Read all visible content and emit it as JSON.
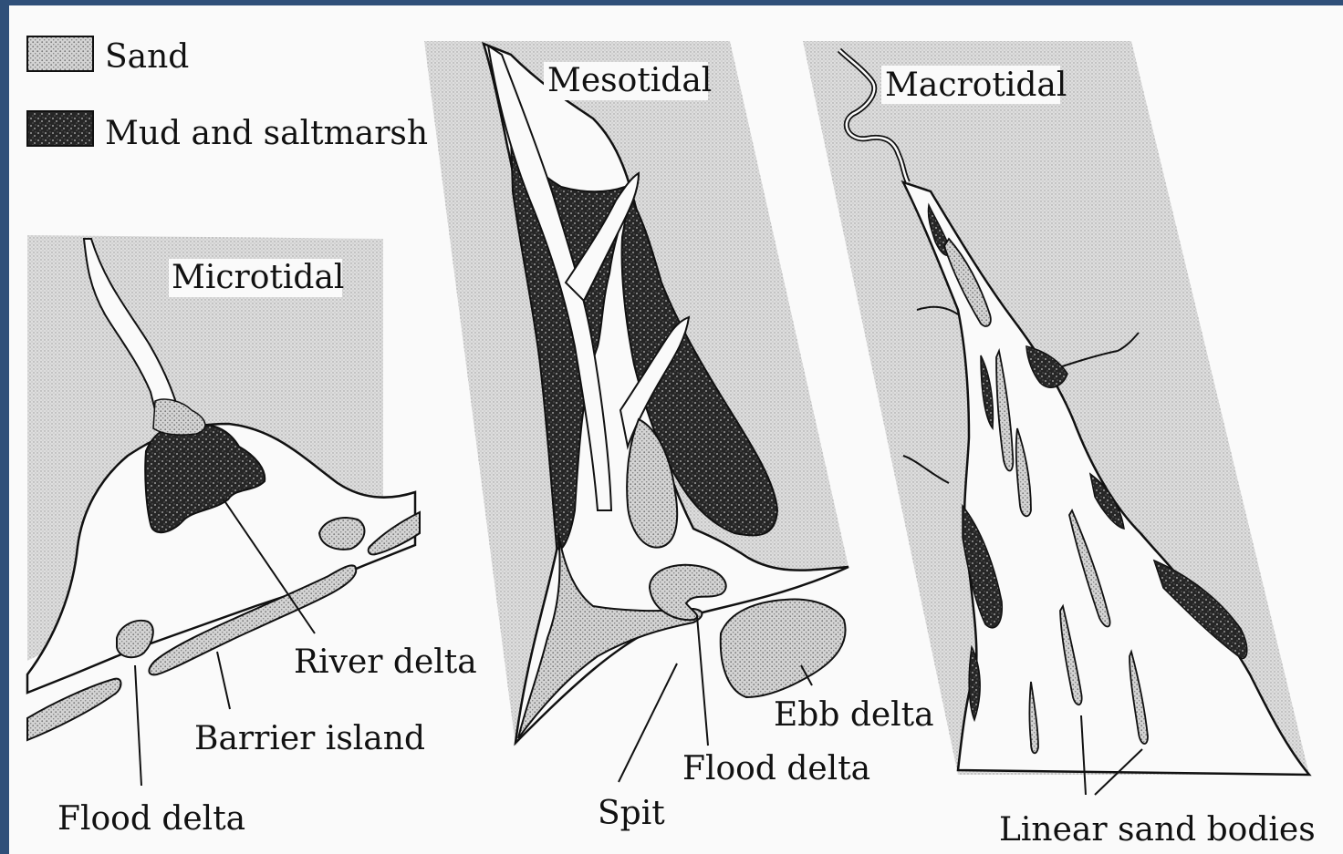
{
  "legend": {
    "sand_label": "Sand",
    "mud_label": "Mud and saltmarsh"
  },
  "panels": {
    "microtidal": {
      "title": "Microtidal",
      "labels": {
        "river_delta": "River delta",
        "barrier_island": "Barrier island",
        "flood_delta": "Flood delta"
      }
    },
    "mesotidal": {
      "title": "Mesotidal",
      "labels": {
        "ebb_delta": "Ebb delta",
        "flood_delta": "Flood delta",
        "spit": "Spit"
      }
    },
    "macrotidal": {
      "title": "Macrotidal",
      "labels": {
        "linear_sand_bodies": "Linear sand bodies"
      }
    }
  },
  "colors": {
    "frame": "#2f4f79",
    "paper": "#fafafa",
    "sea": "#d2d2d2",
    "sand": "#c9c9c9",
    "mud": "#2a2a2a",
    "ink": "#111111"
  }
}
